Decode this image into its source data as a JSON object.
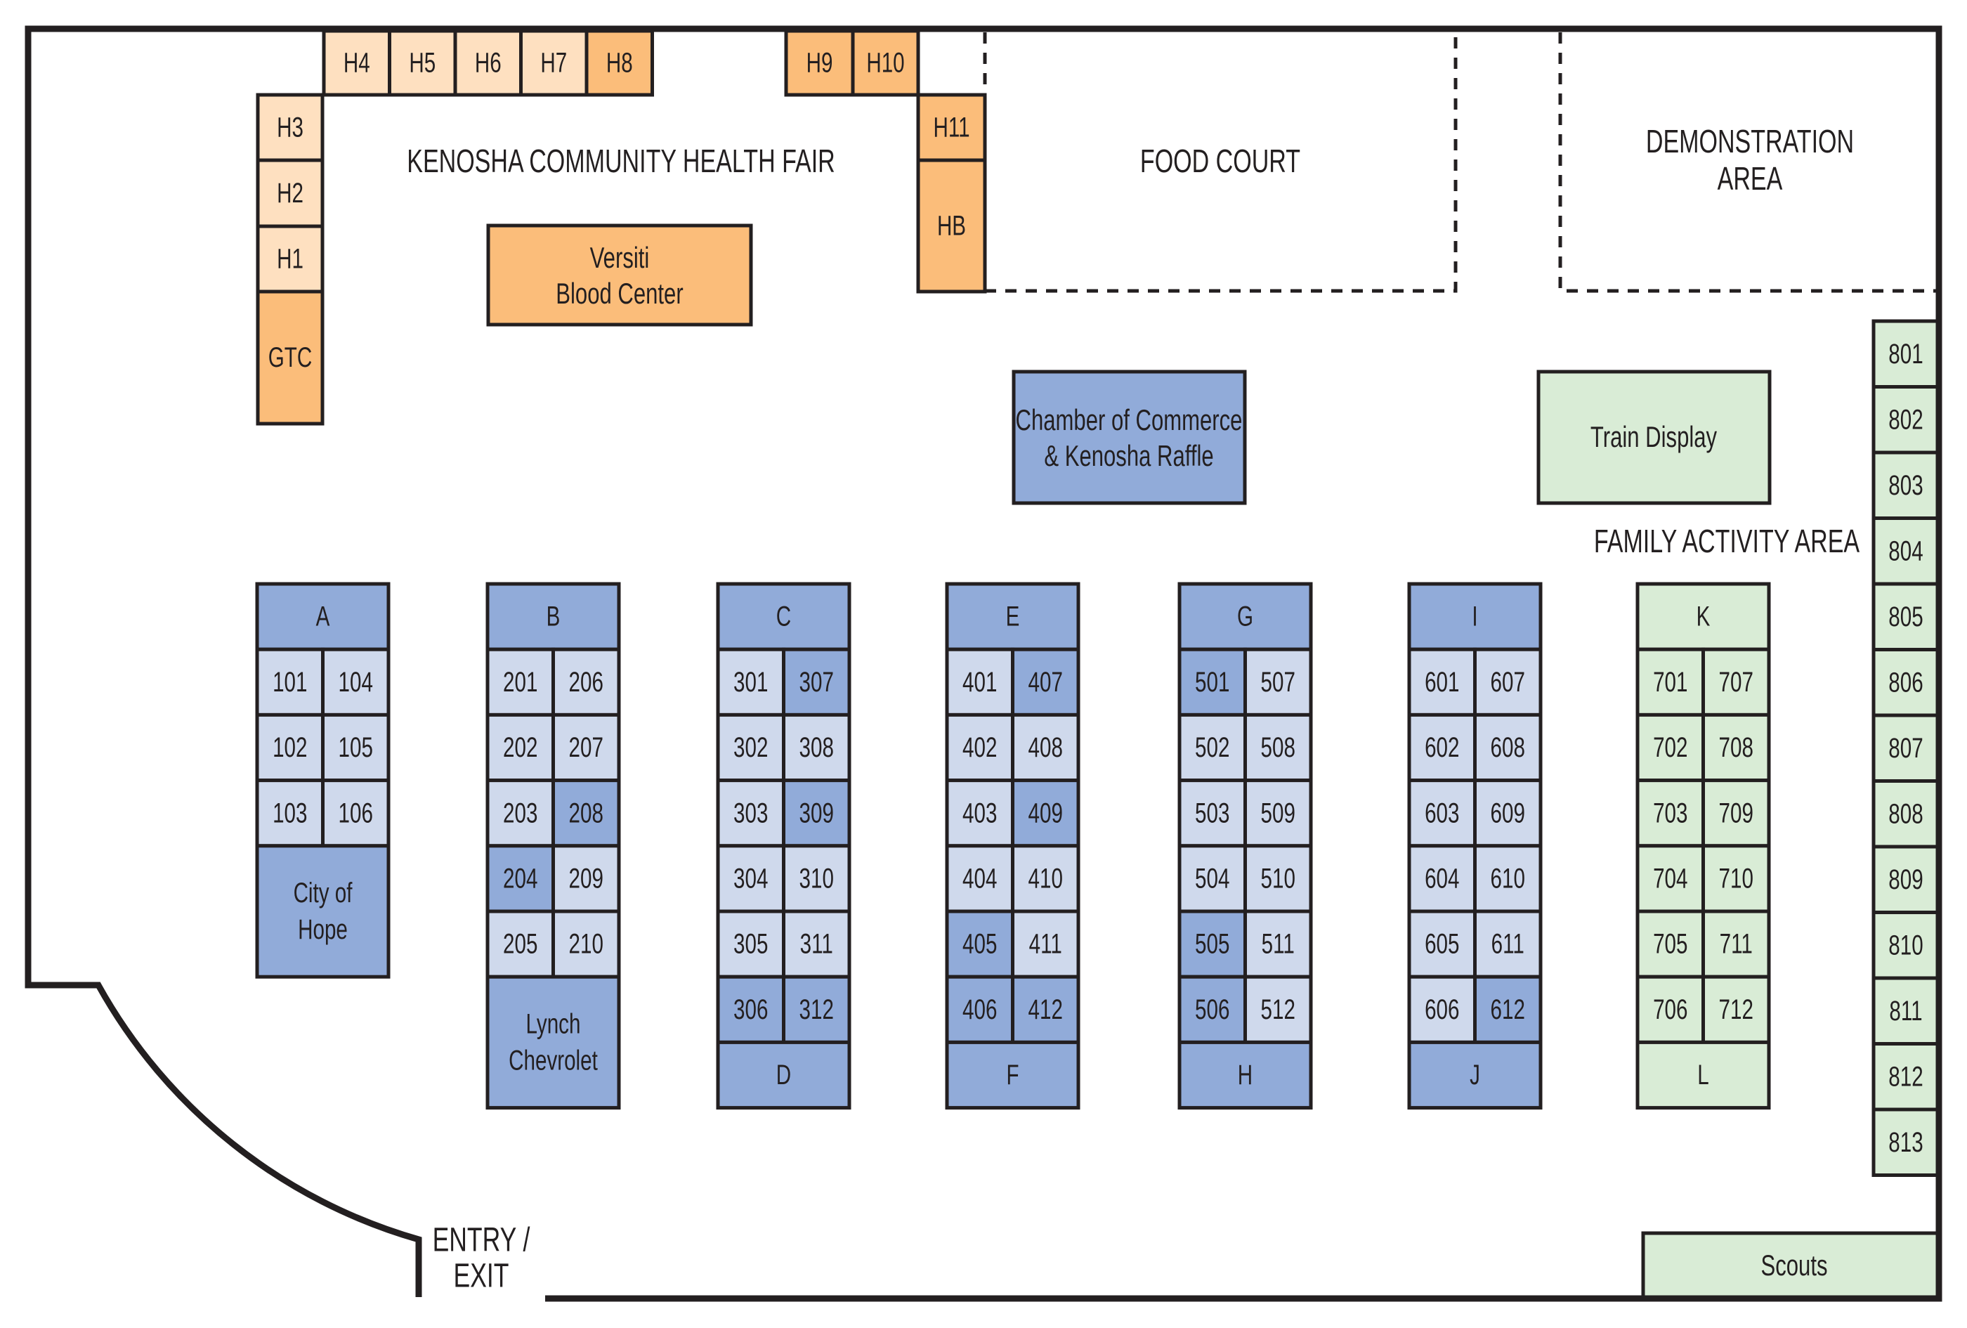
{
  "title": "Kenosha Community Health Fair Floor Plan",
  "colors": {
    "wall": "#231f20",
    "health_light": "#fee0c0",
    "health_dark": "#fbbd7a",
    "exhibitor_light": "#cfd9ec",
    "exhibitor_dark": "#91abd9",
    "family_green": "#d9ecd6",
    "text": "#231f20"
  },
  "areas": {
    "health_fair_label": "KENOSHA COMMUNITY HEALTH FAIR",
    "food_court_label": "FOOD COURT",
    "demonstration_label_line1": "DEMONSTRATION",
    "demonstration_label_line2": "AREA",
    "family_activity_label": "FAMILY ACTIVITY AREA",
    "entry_label_line1": "ENTRY /",
    "entry_label_line2": "EXIT"
  },
  "health_booths": [
    {
      "id": "H4",
      "shade": "light"
    },
    {
      "id": "H5",
      "shade": "light"
    },
    {
      "id": "H6",
      "shade": "light"
    },
    {
      "id": "H7",
      "shade": "light"
    },
    {
      "id": "H8",
      "shade": "dark"
    },
    {
      "id": "H9",
      "shade": "dark"
    },
    {
      "id": "H10",
      "shade": "dark"
    },
    {
      "id": "H3",
      "shade": "light"
    },
    {
      "id": "H2",
      "shade": "light"
    },
    {
      "id": "H1",
      "shade": "light"
    },
    {
      "id": "GTC",
      "shade": "dark"
    },
    {
      "id": "H11",
      "shade": "dark"
    },
    {
      "id": "HB",
      "shade": "dark"
    }
  ],
  "special_booths": {
    "versiti": {
      "line1": "Versiti",
      "line2": "Blood Center"
    },
    "chamber": {
      "line1": "Chamber of Commerce",
      "line2": "& Kenosha Raffle"
    },
    "train": {
      "label": "Train Display"
    },
    "scouts": {
      "label": "Scouts"
    }
  },
  "aisles": [
    {
      "top": "A",
      "bottom_label": [
        "City of",
        "Hope"
      ],
      "bottom_spans_rows": 2,
      "left": [
        "101",
        "102",
        "103"
      ],
      "right": [
        "104",
        "105",
        "106"
      ],
      "dark": [],
      "theme": "blue"
    },
    {
      "top": "B",
      "bottom_label": [
        "Lynch",
        "Chevrolet"
      ],
      "bottom_spans_rows": 2,
      "left": [
        "201",
        "202",
        "203",
        "204",
        "205"
      ],
      "right": [
        "206",
        "207",
        "208",
        "209",
        "210"
      ],
      "dark": [
        "204",
        "208"
      ],
      "theme": "blue"
    },
    {
      "top": "C",
      "bottom_label": [
        "D"
      ],
      "bottom_spans_rows": 1,
      "left": [
        "301",
        "302",
        "303",
        "304",
        "305",
        "306"
      ],
      "right": [
        "307",
        "308",
        "309",
        "310",
        "311",
        "312"
      ],
      "dark": [
        "306",
        "307",
        "309",
        "312"
      ],
      "theme": "blue"
    },
    {
      "top": "E",
      "bottom_label": [
        "F"
      ],
      "bottom_spans_rows": 1,
      "left": [
        "401",
        "402",
        "403",
        "404",
        "405",
        "406"
      ],
      "right": [
        "407",
        "408",
        "409",
        "410",
        "411",
        "412"
      ],
      "dark": [
        "405",
        "406",
        "407",
        "409",
        "412"
      ],
      "theme": "blue"
    },
    {
      "top": "G",
      "bottom_label": [
        "H"
      ],
      "bottom_spans_rows": 1,
      "left": [
        "501",
        "502",
        "503",
        "504",
        "505",
        "506"
      ],
      "right": [
        "507",
        "508",
        "509",
        "510",
        "511",
        "512"
      ],
      "dark": [
        "501",
        "505",
        "506"
      ],
      "theme": "blue"
    },
    {
      "top": "I",
      "bottom_label": [
        "J"
      ],
      "bottom_spans_rows": 1,
      "left": [
        "601",
        "602",
        "603",
        "604",
        "605",
        "606"
      ],
      "right": [
        "607",
        "608",
        "609",
        "610",
        "611",
        "612"
      ],
      "dark": [
        "612"
      ],
      "theme": "blue"
    },
    {
      "top": "K",
      "bottom_label": [
        "L"
      ],
      "bottom_spans_rows": 1,
      "left": [
        "701",
        "702",
        "703",
        "704",
        "705",
        "706"
      ],
      "right": [
        "707",
        "708",
        "709",
        "710",
        "711",
        "712"
      ],
      "dark": [],
      "theme": "green"
    }
  ],
  "wall_booths": [
    "801",
    "802",
    "803",
    "804",
    "805",
    "806",
    "807",
    "808",
    "809",
    "810",
    "811",
    "812",
    "813"
  ]
}
